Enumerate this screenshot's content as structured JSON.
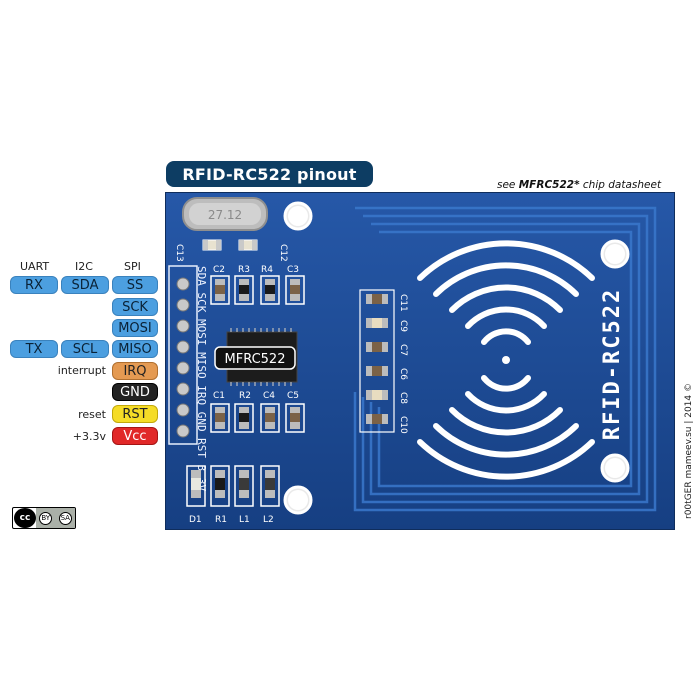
{
  "title": "RFID-RC522 pinout",
  "note": {
    "prefix": "see ",
    "chip": "MFRC522*",
    "suffix": " chip datasheet"
  },
  "columns": {
    "uart": "UART",
    "i2c": "I2C",
    "spi": "SPI"
  },
  "pins": {
    "rx": "RX",
    "sda": "SDA",
    "ss": "SS",
    "sck": "SCK",
    "mosi": "MOSI",
    "tx": "TX",
    "scl": "SCL",
    "miso": "MISO",
    "irq": "IRQ",
    "gnd": "GND",
    "rst": "RST",
    "vcc": "Vcc"
  },
  "labels": {
    "interrupt": "interrupt",
    "reset": "reset",
    "power": "+3.3v"
  },
  "board": {
    "chip": "MFRC522",
    "name": "RFID-RC522",
    "crystal": "27.12",
    "header_pins": "SDA SCK MOSI MISO IRQ GND RST 3.3V",
    "components": {
      "c13": "C13",
      "c12": "C12",
      "c2": "C2",
      "r3": "R3",
      "r4": "R4",
      "c3": "C3",
      "c1": "C1",
      "r2": "R2",
      "c4": "C4",
      "c5": "C5",
      "d1": "D1",
      "r1": "R1",
      "l1": "L1",
      "l2": "L2",
      "c11": "C11",
      "c9": "C9",
      "c7": "C7",
      "c6": "C6",
      "c8": "C8",
      "c10": "C10"
    },
    "colors": {
      "pcb": "#1d4f9c",
      "pcb_dark": "#163f80",
      "trace": "#3570c2",
      "pill_blue": "#4c9fe0",
      "title_bg": "#0d3d63"
    }
  },
  "credit": "r00tGER  mameev.su | 2014 ©",
  "license": {
    "cc": "cc",
    "by": "BY",
    "sa": "SA"
  }
}
